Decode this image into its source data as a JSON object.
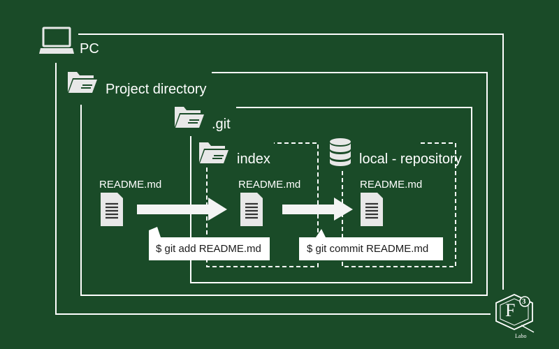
{
  "colors": {
    "background": "#1a4b28",
    "line": "#ffffff",
    "icon": "#e8e8e8",
    "callout": "#ffffff",
    "callout_text": "#1a1a1a"
  },
  "containers": {
    "pc": {
      "label": "PC",
      "icon": "laptop-icon"
    },
    "project": {
      "label": "Project directory",
      "icon": "folder-icon"
    },
    "git": {
      "label": ".git",
      "icon": "folder-icon"
    },
    "index": {
      "label": "index",
      "icon": "folder-icon"
    },
    "local_repo": {
      "label": "local - repository",
      "icon": "database-icon"
    }
  },
  "files": [
    {
      "label": "README.md",
      "icon": "document-icon"
    },
    {
      "label": "README.md",
      "icon": "document-icon"
    },
    {
      "label": "README.md",
      "icon": "document-icon"
    }
  ],
  "commands": {
    "add": "$ git add README.md",
    "commit": "$ git commit README.md"
  },
  "logo": {
    "letter": "F",
    "superscript": "3",
    "sub": "Labo",
    "icon": "f3-labo-logo-icon"
  }
}
